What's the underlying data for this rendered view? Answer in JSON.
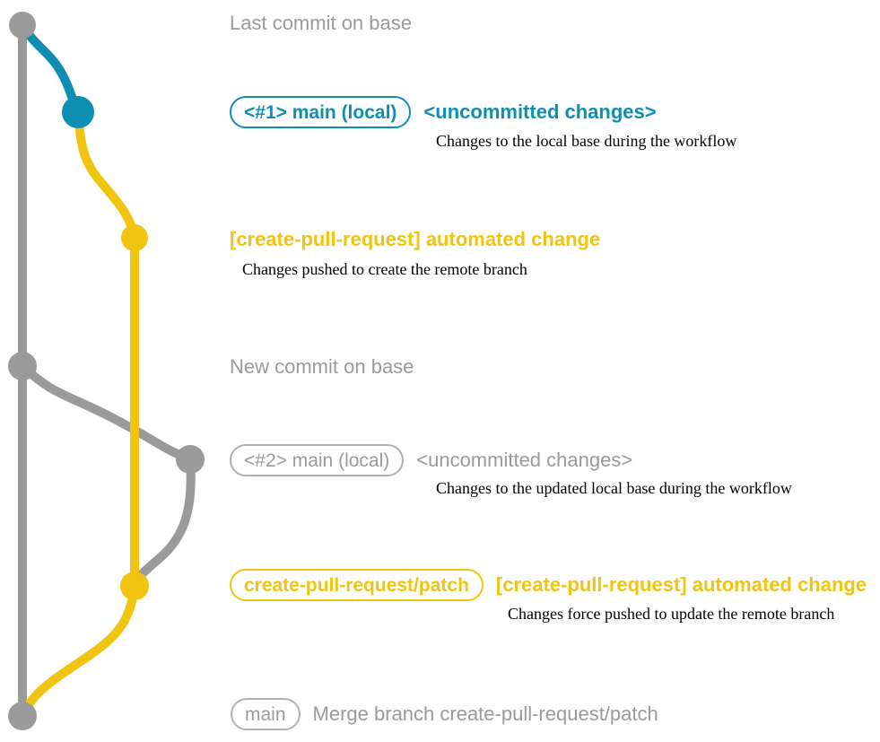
{
  "diagram": {
    "title": "git branch graph - create-pull-request workflow",
    "colors": {
      "base": "#9a9a9a",
      "local": "#0d8fb3",
      "remote": "#f1c40f",
      "note_text": "#000000",
      "background": "#ffffff"
    },
    "lane_names": [
      "base",
      "local",
      "remote"
    ]
  },
  "rows": [
    {
      "id": "last-commit-on-base",
      "node_color": "base",
      "pill": null,
      "subject": "Last commit on base",
      "subject_color": "gray",
      "note": null
    },
    {
      "id": "local-uncommitted-1",
      "node_color": "local",
      "pill": "<#1> main (local)",
      "subject": "<uncommitted changes>",
      "subject_color": "blue",
      "note": "Changes to the local base during the workflow"
    },
    {
      "id": "remote-automated-change-1",
      "node_color": "remote",
      "pill": null,
      "subject": "[create-pull-request] automated change",
      "subject_color": "yellow",
      "note": "Changes pushed to create the remote branch"
    },
    {
      "id": "new-commit-on-base",
      "node_color": "base",
      "pill": null,
      "subject": "New commit on base",
      "subject_color": "gray",
      "note": null
    },
    {
      "id": "local-uncommitted-2",
      "node_color": "base",
      "pill": "<#2> main (local)",
      "subject": "<uncommitted changes>",
      "subject_color": "gray",
      "note": "Changes to the updated local base during the workflow"
    },
    {
      "id": "remote-automated-change-2",
      "node_color": "remote",
      "pill": "create-pull-request/patch",
      "subject": "[create-pull-request] automated change",
      "subject_color": "yellow",
      "note": "Changes force pushed to update the remote branch"
    },
    {
      "id": "merge-commit",
      "node_color": "base",
      "pill": "main",
      "subject": "Merge branch create-pull-request/patch",
      "subject_color": "gray",
      "note": null
    }
  ]
}
